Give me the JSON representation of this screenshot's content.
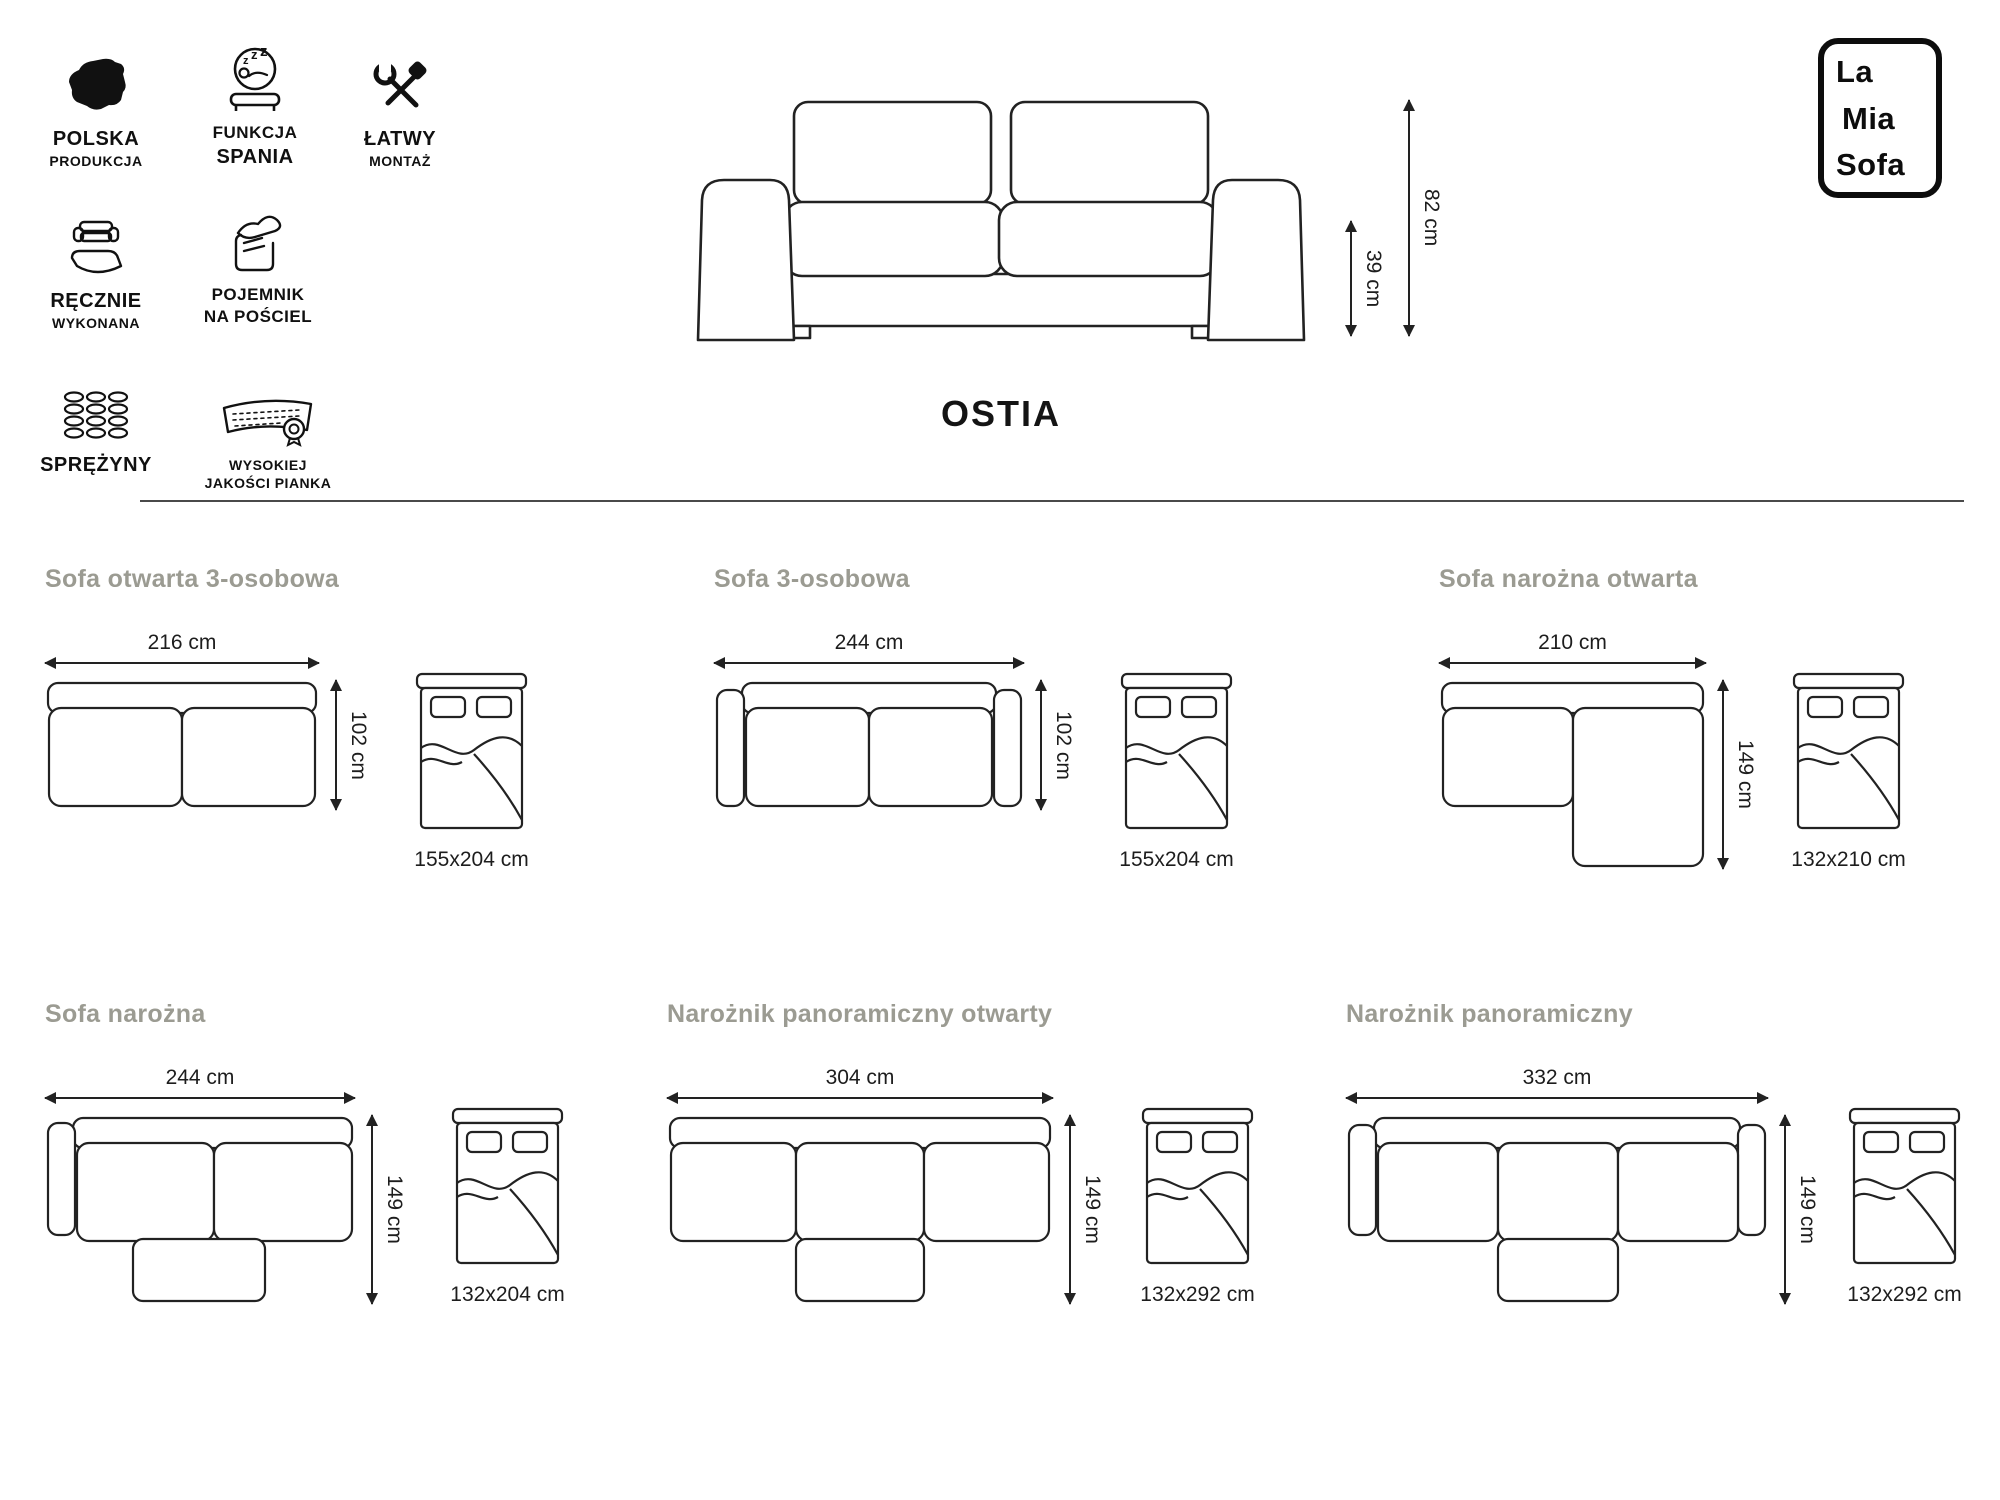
{
  "brand": {
    "line1": "La",
    "line2": "Mia",
    "line3": "Sofa"
  },
  "product": {
    "name": "OSTIA"
  },
  "features": [
    {
      "name": "polska-produkcja",
      "line1": "POLSKA",
      "line2": "PRODUKCJA"
    },
    {
      "name": "funkcja-spania",
      "line1": "FUNKCJA",
      "line2": "SPANIA"
    },
    {
      "name": "latwy-montaz",
      "line1": "ŁATWY",
      "line2": "MONTAŻ"
    },
    {
      "name": "recznie-wykonana",
      "line1": "RĘCZNIE",
      "line2": "WYKONANA"
    },
    {
      "name": "pojemnik-na-posciel",
      "line1": "POJEMNIK",
      "line2": "NA POŚCIEL"
    },
    {
      "name": "sprezyny",
      "line1": "SPRĘŻYNY"
    },
    {
      "name": "wysokiej-jakosci-pianka",
      "line1": "WYSOKIEJ",
      "line2": "JAKOŚCI PIANKA"
    }
  ],
  "front_view": {
    "total_height": "82 cm",
    "seat_height": "39 cm"
  },
  "variants": [
    {
      "name": "Sofa otwarta 3-osobowa",
      "width": "216 cm",
      "depth": "102 cm",
      "bed_size": "155x204 cm"
    },
    {
      "name": "Sofa 3-osobowa",
      "width": "244 cm",
      "depth": "102 cm",
      "bed_size": "155x204 cm"
    },
    {
      "name": "Sofa narożna otwarta",
      "width": "210 cm",
      "depth": "149 cm",
      "bed_size": "132x210 cm"
    },
    {
      "name": "Sofa narożna",
      "width": "244 cm",
      "depth": "149 cm",
      "bed_size": "132x204 cm"
    },
    {
      "name": "Narożnik panoramiczny otwarty",
      "width": "304 cm",
      "depth": "149 cm",
      "bed_size": "132x292 cm"
    },
    {
      "name": "Narożnik panoramiczny",
      "width": "332 cm",
      "depth": "149 cm",
      "bed_size": "132x292 cm"
    }
  ],
  "colors": {
    "line_art": "#222222",
    "variant_title": "#9b9b92",
    "text": "#1d1d1d",
    "background": "#ffffff"
  }
}
